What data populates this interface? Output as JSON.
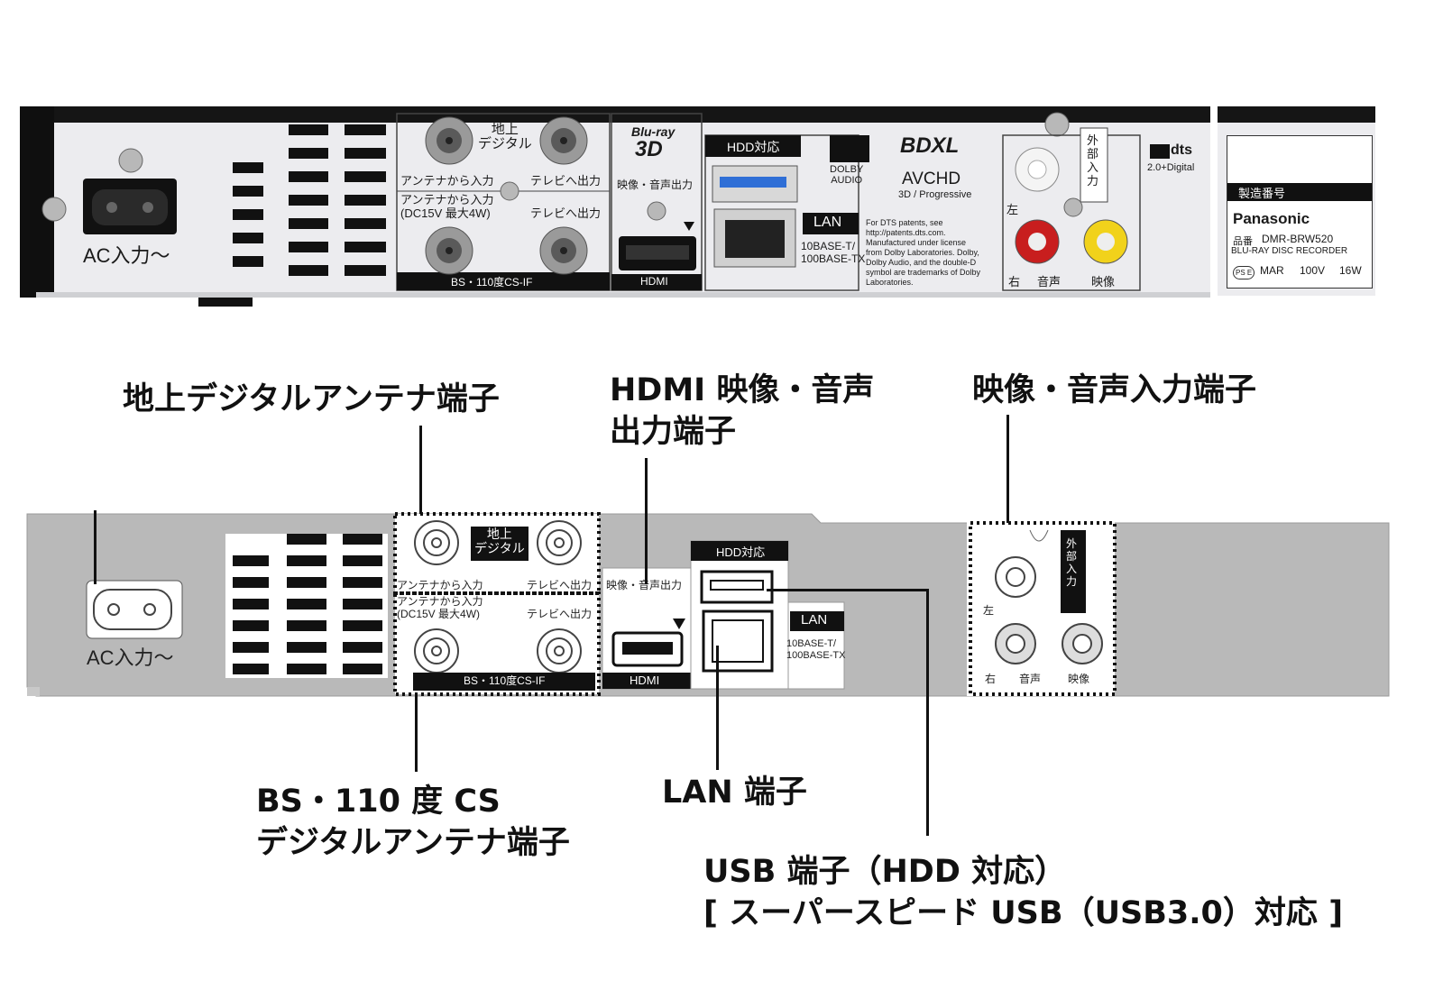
{
  "photo": {
    "ac_label": "AC入力〜",
    "terrestrial_label": "地上\nデジタル",
    "antenna_in": "アンテナから入力",
    "tv_out": "テレビへ出力",
    "antenna_in_bs": "アンテナから入力\n(DC15V 最大4W)",
    "tv_out_bs": "テレビへ出力",
    "bs_label": "BS・110度CS-IF",
    "hdmi_header": "映像・音声出力",
    "hdmi_label": "HDMI",
    "bluray_logo": "Blu-ray",
    "bluray_3d": "3D",
    "hdd_label": "HDD対応",
    "lan_label": "LAN",
    "lan_spec": "10BASE-T/\n100BASE-TX",
    "dolby_logo": "DOLBY\nAUDIO",
    "bdxl_logo": "BDXL",
    "avchd_logo": "AVCHD",
    "avchd_sub": "3D / Progressive",
    "legal_text": "For DTS patents, see\nhttp://patents.dts.com.\nManufactured under license\nfrom Dolby Laboratories. Dolby,\nDolby Audio, and the double-D\nsymbol are trademarks of Dolby\nLaboratories.",
    "left_label": "左",
    "right_label": "右",
    "audio_label": "音声",
    "video_label": "映像",
    "external_input": "外部入力",
    "dts_logo": "dts",
    "dts_sub": "2.0+Digital",
    "plate": {
      "serial": "製造番号",
      "brand": "Panasonic",
      "model_prefix": "品番",
      "model": "DMR-BRW520",
      "product": "BLU-RAY DISC RECORDER",
      "pse": "PS E",
      "mar": "MAR",
      "volt": "100V",
      "watt": "16W"
    }
  },
  "diagram": {
    "ac_label": "AC入力〜",
    "terrestrial_label": "地上\nデジタル",
    "antenna_in": "アンテナから入力",
    "tv_out": "テレビへ出力",
    "antenna_in_bs": "アンテナから入力\n(DC15V 最大4W)",
    "tv_out_bs": "テレビへ出力",
    "bs_label": "BS・110度CS-IF",
    "hdmi_header": "映像・音声出力",
    "hdmi_label": "HDMI",
    "hdd_label": "HDD対応",
    "lan_label": "LAN",
    "lan_spec": "10BASE-T/\n100BASE-TX",
    "left_label": "左",
    "right_label": "右",
    "audio_label": "音声",
    "video_label": "映像",
    "external_input": "外部入力"
  },
  "callouts": {
    "terrestrial": "地上デジタルアンテナ端子",
    "hdmi": "HDMI 映像・音声\n出力端子",
    "av_input": "映像・音声入力端子",
    "bs": "BS・110 度 CS\nデジタルアンテナ端子",
    "lan": "LAN 端子",
    "usb": "USB 端子（HDD 対応）\n[ スーパースピード USB（USB3.0）対応 ]"
  }
}
